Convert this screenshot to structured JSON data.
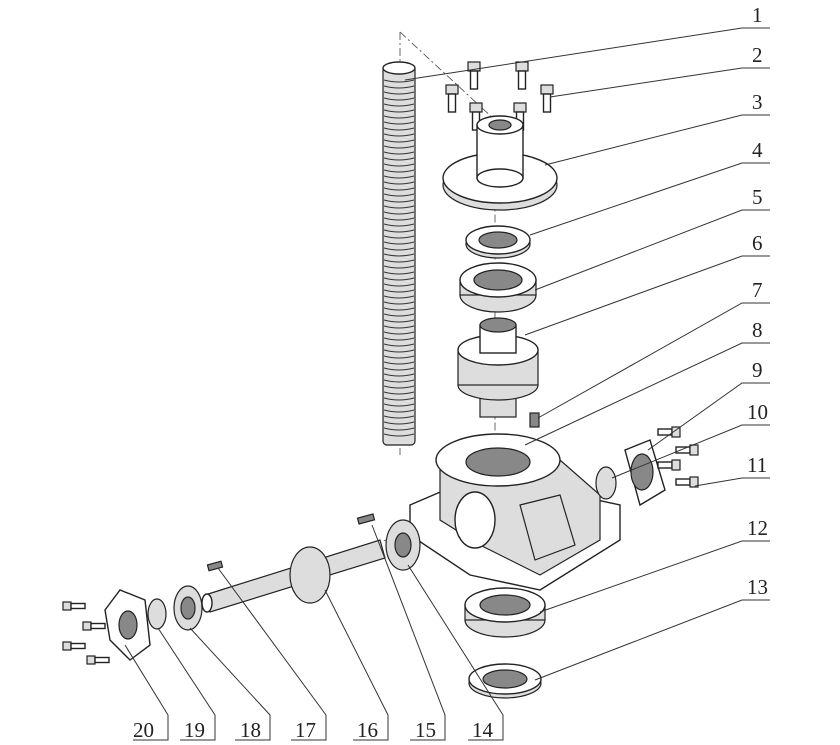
{
  "title": "Screw jack exploded view",
  "callouts": [
    "1",
    "2",
    "3",
    "4",
    "5",
    "6",
    "7",
    "8",
    "9",
    "10",
    "11",
    "12",
    "13",
    "14",
    "15",
    "16",
    "17",
    "18",
    "19",
    "20"
  ]
}
